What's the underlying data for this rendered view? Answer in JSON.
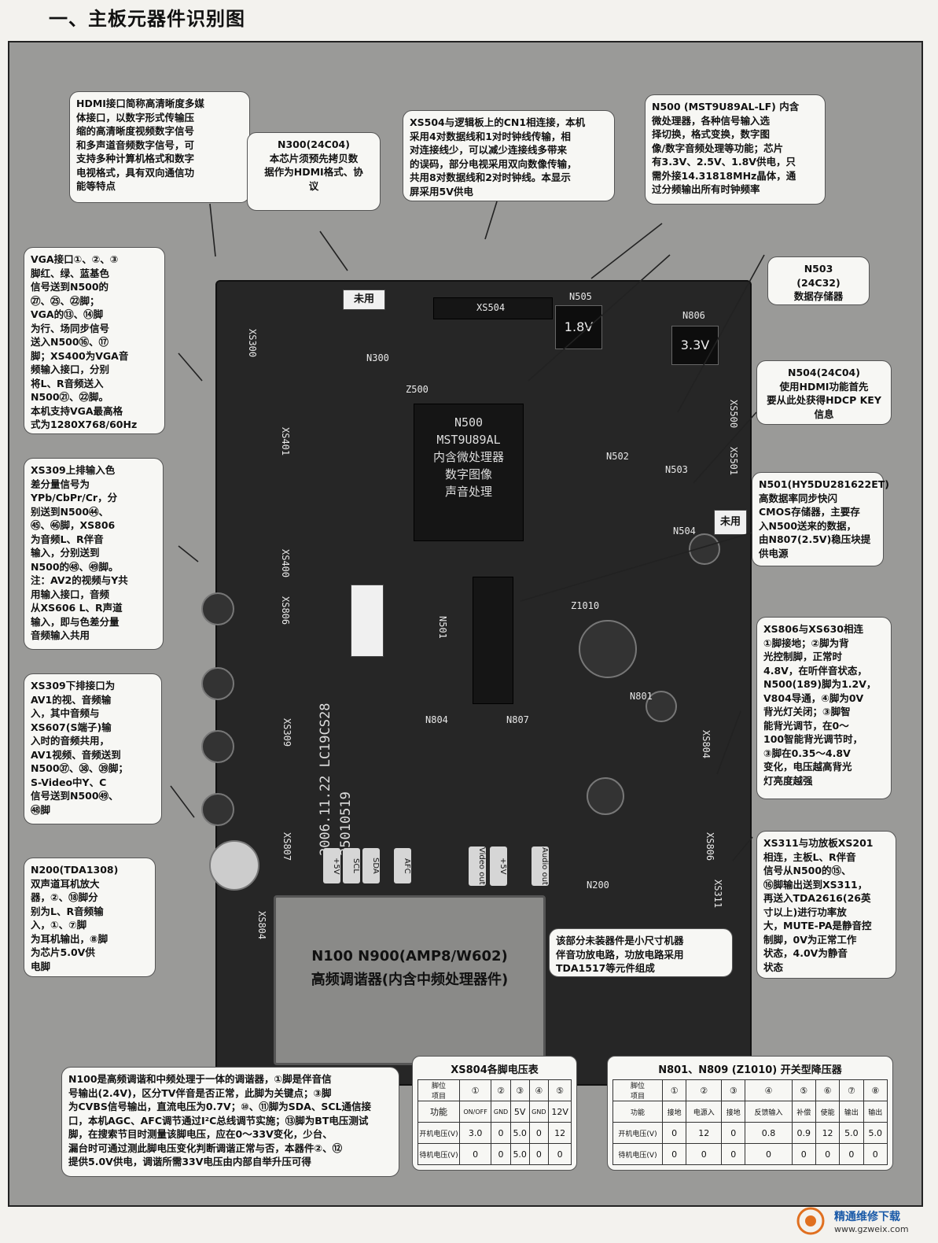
{
  "title": "一、主板元器件识别图",
  "callouts": {
    "hdmi": "HDMI接口简称高清晰度多媒\n体接口，以数字形式传输压\n缩的高清晰度视频数字信号\n和多声道音频数字信号，可\n支持多种计算机格式和数字\n电视格式，具有双向通信功\n能等特点",
    "n300": "N300(24C04)\n本芯片须预先拷贝数\n据作为HDMI格式、协\n议",
    "xs504": "XS504与逻辑板上的CN1相连接，本机\n采用4对数据线和1对时钟线传输，相\n对连接线少，可以减少连接线多带来\n的误码，部分电视采用双向数像传输，\n共用8对数据线和2对时钟线。本显示\n屏采用5V供电",
    "n500": "N500 (MST9U89AL-LF) 内含\n微处理器，各种信号输入选\n择切换，格式变换，数字图\n像/数字音频处理等功能；芯片\n有3.3V、2.5V、1.8V供电，只\n需外接14.31818MHz晶体，通\n过分频输出所有时钟频率",
    "n503": "N503\n(24C32)\n数据存储器",
    "n504": "N504(24C04)\n使用HDMI功能首先\n要从此处获得HDCP KEY\n信息",
    "n501": "N501(HY5DU281622ET)\n高数据率同步快闪\nCMOS存储器，主要存\n入N500送来的数据，\n由N807(2.5V)稳压块提\n供电源",
    "vga": "VGA接口①、②、③\n脚红、绿、蓝基色\n信号送到N500的\n㉗、㉕、㉒脚；\nVGA的⑬、⑭脚\n为行、场同步信号\n送入N500⑯、⑰\n脚；XS400为VGA音\n频输入接口，分别\n将L、R音频送入\nN500㉑、㉒脚。\n本机支持VGA最高格\n式为1280X768/60Hz",
    "xs309_up": "XS309上排输入色\n差分量信号为\nYPb/CbPr/Cr，分\n别送到N500㊹、\n㊺、㊻脚，XS806\n为音频L、R伴音\n输入，分别送到\nN500的㊽、㊾脚。\n注：AV2的视频与Y共\n用输入接口，音频\n从XS606 L、R声道\n输入，即与色差分量\n音频输入共用",
    "xs309_down": "XS309下排接口为\nAV1的视、音频输\n入，其中音频与\nXS607(S端子)输\n入时的音频共用，\nAV1视频、音频送到\nN500㊲、㊳、㊴脚；\nS-Video中Y、C\n信号送到N500㊾、\n㊽脚",
    "n200": "N200(TDA1308)\n双声道耳机放大\n器，②、⑱脚分\n别为L、R音频输\n入，①、⑦脚\n为耳机输出，⑧脚\n为芯片5.0V供\n电脚",
    "xs806": "XS806与XS630相连\n①脚接地；②脚为背\n光控制脚，正常时\n4.8V，在听伴音状态，\nN500(189)脚为1.2V，\nV804导通，④脚为0V\n背光灯关闭；③脚智\n能背光调节，在0～\n100智能背光调节时，\n③脚在0.35～4.8V\n变化，电压越高背光\n灯亮度越强",
    "xs311": "XS311与功放板XS201\n相连，主板L、R伴音\n信号从N500的⑮、\n⑯脚输出送到XS311，\n再送入TDA2616(26英\n寸以上)进行功率放\n大，MUTE-PA是静音控\n制脚，0V为正常工作\n状态，4.0V为静音\n状态",
    "small": "该部分未装器件是小尺寸机器\n伴音功放电路，功放电路采用\nTDA1517等元件组成",
    "n100": "N100是高频调谐和中频处理于一体的调谐器，①脚是伴音信\n号输出(2.4V)，区分TV伴音是否正常，此脚为关键点；③脚\n为CVBS信号输出，直流电压为0.7V；⑩、⑪脚为SDA、SCL通信接\n口，本机AGC、AFC调节通过I²C总线调节实施；⑬脚为BT电压测试\n脚，在搜索节目时测量该脚电压，应在0～33V变化，少台、\n漏台时可通过测此脚电压变化判断调谐正常与否，本器件②、⑫\n提供5.0V供电，调谐所需33V电压由内部自举升压可得"
  },
  "board": {
    "chip_main": "N500\nMST9U89AL\n内含微处理器\n数字图像\n声音处理",
    "unused1": "未用",
    "unused2": "未用",
    "reg18": "1.8V",
    "reg33": "3.3V",
    "ink": "2006.11.22\nLC19CS28\n35010519",
    "tuner": "N100 N900(AMP8/W602)\n高频调谐器(内含中频处理器件)",
    "labels": [
      "XS300",
      "N300",
      "Z500",
      "XS504",
      "N505",
      "N806",
      "XS401",
      "N502",
      "N503",
      "XS500",
      "XS501",
      "N504",
      "XS400",
      "XS806",
      "N501",
      "Z1010",
      "N801",
      "N804",
      "N807",
      "XS309",
      "XS804",
      "XS806",
      "XS311",
      "XS807",
      "N200",
      "XS804"
    ],
    "pins": [
      "+5V",
      "SCL",
      "SDA",
      "AFC",
      "Video out",
      "+5V",
      "Audio out"
    ]
  },
  "table1": {
    "title": "XS804各脚电压表",
    "header": [
      "脚位\n项目",
      "①",
      "②",
      "③",
      "④",
      "⑤"
    ],
    "rows": [
      [
        "功能",
        "ON/OFF",
        "GND",
        "5V",
        "GND",
        "12V"
      ],
      [
        "开机电压(V)",
        "3.0",
        "0",
        "5.0",
        "0",
        "12"
      ],
      [
        "待机电压(V)",
        "0",
        "0",
        "5.0",
        "0",
        "0"
      ]
    ]
  },
  "table2": {
    "title": "N801、N809 (Z1010) 开关型降压器",
    "header": [
      "脚位\n项目",
      "①",
      "②",
      "③",
      "④",
      "⑤",
      "⑥",
      "⑦",
      "⑧"
    ],
    "rows": [
      [
        "功能",
        "接地",
        "电源入",
        "接地",
        "反馈输入",
        "补偿",
        "使能",
        "输出",
        "输出"
      ],
      [
        "开机电压(V)",
        "0",
        "12",
        "0",
        "0.8",
        "0.9",
        "12",
        "5.0",
        "5.0"
      ],
      [
        "待机电压(V)",
        "0",
        "0",
        "0",
        "0",
        "0",
        "0",
        "0",
        "0"
      ]
    ]
  },
  "watermark": {
    "line1": "精通维修下载",
    "line2": "www.gzweix.com"
  }
}
